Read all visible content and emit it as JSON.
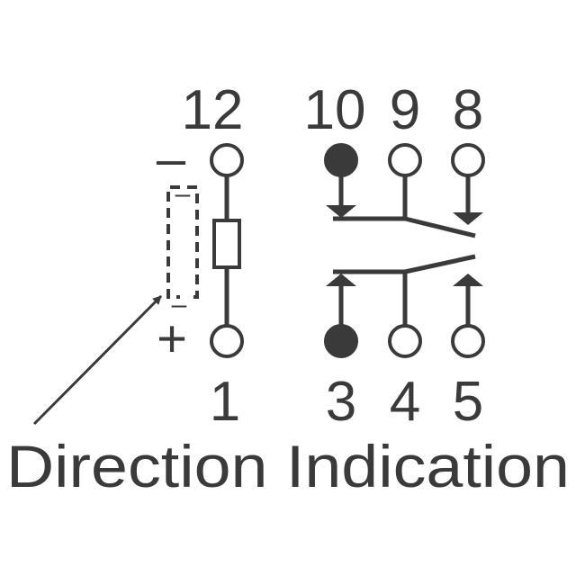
{
  "colors": {
    "ink": "#3a3a3a",
    "background": "#ffffff"
  },
  "pins": {
    "top": {
      "p12": "12",
      "p10": "10",
      "p9": "9",
      "p8": "8"
    },
    "bottom": {
      "p1": "1",
      "p3": "3",
      "p4": "4",
      "p5": "5"
    }
  },
  "coil": {
    "minus_sign": "–",
    "plus_sign": "+"
  },
  "indicator": {
    "minus_mark": "–"
  },
  "caption": "Direction Indication"
}
